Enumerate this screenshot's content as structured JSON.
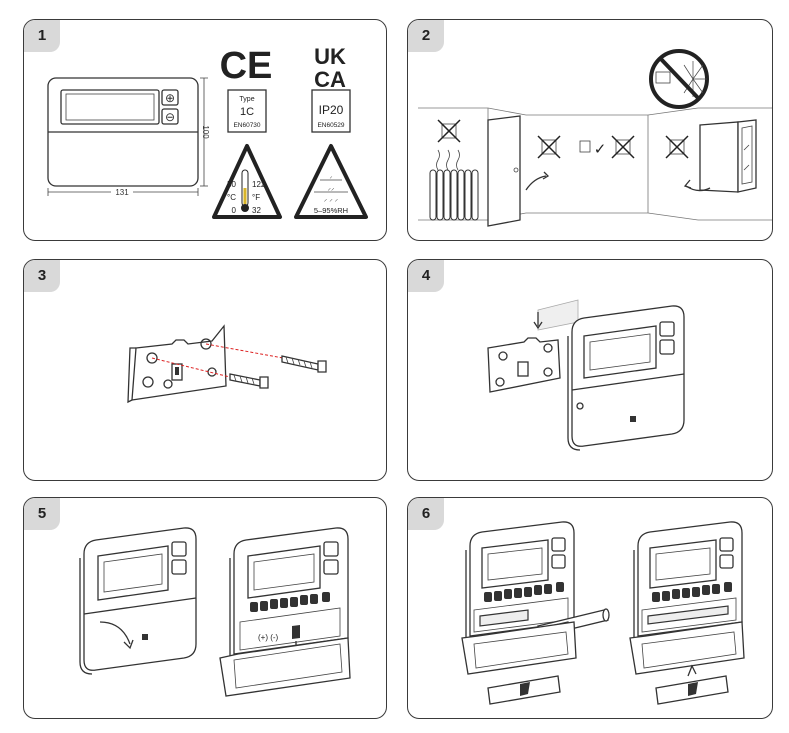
{
  "panels": [
    {
      "number": "1"
    },
    {
      "number": "2"
    },
    {
      "number": "3"
    },
    {
      "number": "4"
    },
    {
      "number": "5"
    },
    {
      "number": "6"
    }
  ],
  "specs": {
    "height_dim": "100",
    "width_dim": "131",
    "ce_mark": "CE",
    "ukca_line1": "UK",
    "ukca_line2": "CA",
    "type_label": "Type",
    "type_value": "1C",
    "type_standard": "EN60730",
    "ip_value": "IP20",
    "ip_standard": "EN60529",
    "temp_c_max": "50",
    "temp_c_unit": "°C",
    "temp_c_min": "0",
    "temp_f_max": "122",
    "temp_f_unit": "°F",
    "temp_f_min": "32",
    "humidity": "5–95%RH"
  }
}
